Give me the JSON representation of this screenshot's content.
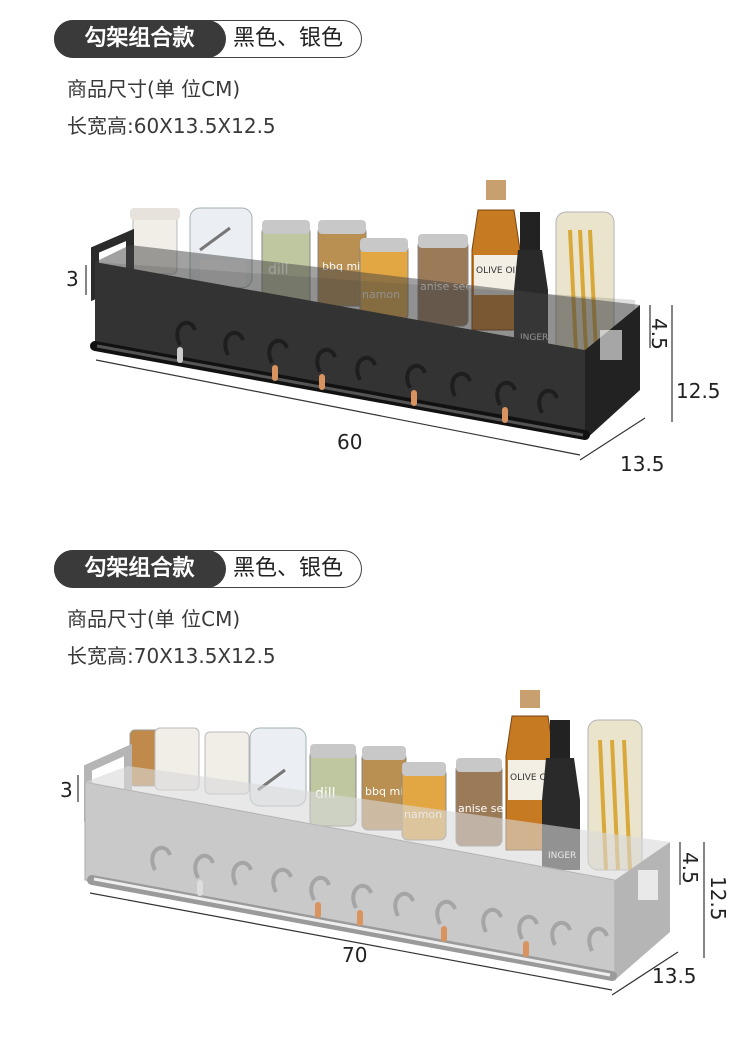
{
  "sections": [
    {
      "tag": "勾架组合款",
      "colors": "黑色、银色",
      "size_label": "商品尺寸(单 位CM)",
      "size_value": "长宽高:60X13.5X12.5",
      "finish": "black",
      "dims": {
        "height_left": "3",
        "length": "60",
        "depth": "13.5",
        "height": "12.5",
        "rail": "4.5"
      }
    },
    {
      "tag": "勾架组合款",
      "colors": "黑色、银色",
      "size_label": "商品尺寸(单 位CM)",
      "size_value": "长宽高:70X13.5X12.5",
      "finish": "silver",
      "dims": {
        "height_left": "3",
        "length": "70",
        "depth": "13.5",
        "height": "12.5",
        "rail": "4.5"
      }
    }
  ],
  "jar_labels": {
    "dill": "dill",
    "bbq": "bbq mix",
    "cinnamon": "namon",
    "anise": "anise seed",
    "olive_oil": "OLIVE OIL",
    "vinegar": "INGER"
  },
  "colors": {
    "black_rack": "#2b2b2b",
    "silver_rack": "#c9c9c9",
    "pill_dark": "#3a3a3a"
  }
}
